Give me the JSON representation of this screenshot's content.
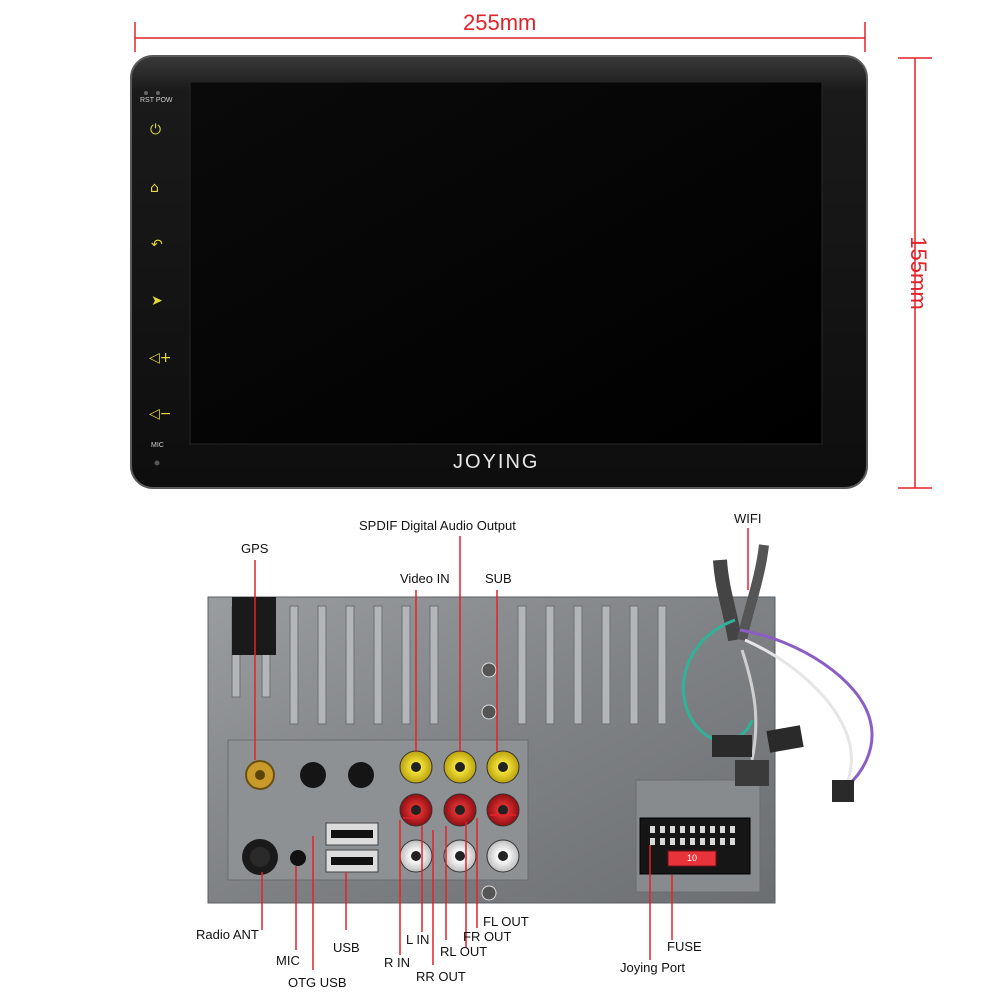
{
  "dimensions": {
    "width_label": "255mm",
    "height_label": "155mm"
  },
  "head_unit": {
    "brand": "JOYING",
    "buttons_label": "RST POW",
    "mic_label": "MIC",
    "side_icons": [
      "power-icon",
      "home-icon",
      "back-icon",
      "navigation-icon",
      "volume-up-icon",
      "volume-down-icon"
    ],
    "bezel_color": "#1b1b1b",
    "icon_color": "#e4d93a"
  },
  "rear_panel": {
    "connectors": {
      "spdif": "SPDIF Digital Audio Output",
      "gps": "GPS",
      "video_in": "Video IN",
      "sub": "SUB",
      "wifi": "WIFI",
      "radio_ant": "Radio ANT",
      "mic": "MIC",
      "otg_usb": "OTG USB",
      "usb": "USB",
      "r_in": "R IN",
      "l_in": "L IN",
      "rr_out": "RR OUT",
      "rl_out": "RL OUT",
      "fr_out": "FR OUT",
      "fl_out": "FL OUT",
      "fuse": "FUSE",
      "joying_port": "Joying Port"
    },
    "fuse_value": "10",
    "colors": {
      "rca_yellow": "#e8d21f",
      "rca_red": "#c4171d",
      "rca_white": "#f2f2f2",
      "fuse": "#e8333b",
      "wire_green": "#2fb29a",
      "wire_purple": "#8a5ec4"
    }
  }
}
